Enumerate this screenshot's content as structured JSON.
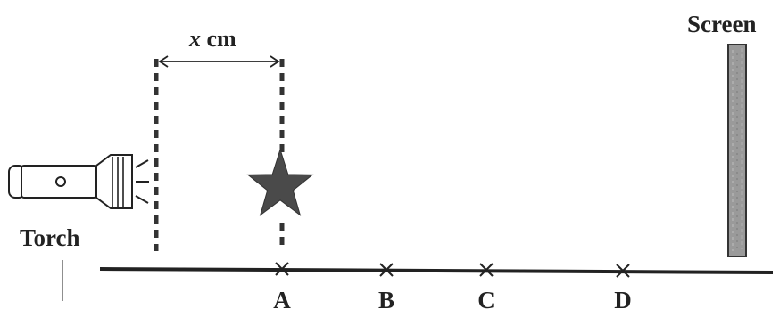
{
  "labels": {
    "screen": "Screen",
    "torch": "Torch",
    "x_var": "x",
    "x_unit": " cm"
  },
  "points": [
    {
      "label": "A"
    },
    {
      "label": "B"
    },
    {
      "label": "C"
    },
    {
      "label": "D"
    }
  ],
  "colors": {
    "ink": "#222222",
    "star": "#4a4a4a",
    "screen_fill": "#9a9a9a"
  },
  "icons": {
    "torch": "torch-icon",
    "star": "star-icon",
    "screen": "screen-icon"
  }
}
